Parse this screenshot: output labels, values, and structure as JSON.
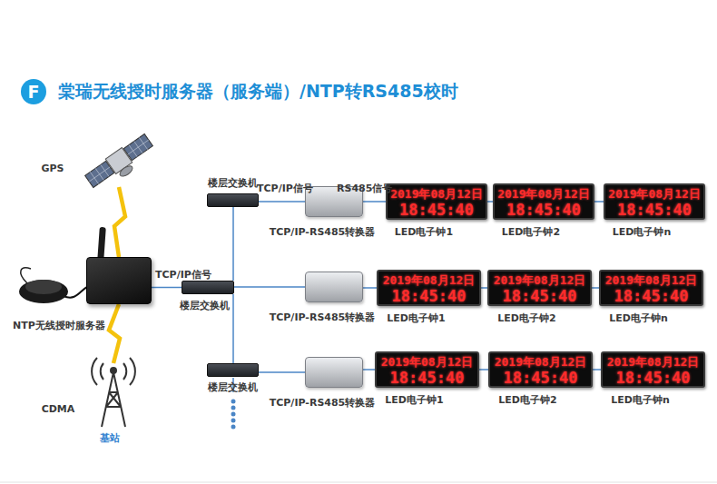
{
  "diagram": {
    "title": "棠瑞无线授时服务器（服务端）/NTP转RS485校时",
    "nodes": [
      {
        "text": [
          "F"
        ]
      },
      {
        "text": [
          "GPS"
        ]
      },
      {
        "text": [
          "NTP无线授时服务器"
        ]
      },
      {
        "text": [
          "CDMA",
          "基站"
        ]
      },
      {
        "text": [
          "楼层交换机"
        ]
      },
      {
        "text": [
          "楼层交换机"
        ]
      },
      {
        "text": [
          "楼层交换机"
        ]
      },
      {
        "text": [
          "TCP/IP-RS485转换器"
        ]
      },
      {
        "text": [
          "2019年08月12日",
          "18:45:40",
          "LED电子钟1"
        ]
      },
      {
        "text": [
          "2019年08月12日",
          "18:45:40",
          "LED电子钟2"
        ]
      },
      {
        "text": [
          "2019年08月12日",
          "18:45:40",
          "LED电子钟n"
        ]
      },
      {
        "text": [
          "TCP/IP-RS485转换器"
        ]
      },
      {
        "text": [
          "2019年08月12日",
          "18:45:40",
          "LED电子钟1"
        ]
      },
      {
        "text": [
          "2019年08月12日",
          "18:45:40",
          "LED电子钟2"
        ]
      },
      {
        "text": [
          "2019年08月12日",
          "18:45:40",
          "LED电子钟n"
        ]
      },
      {
        "text": [
          "TCP/IP-RS485转换器"
        ]
      },
      {
        "text": [
          "2019年08月12日",
          "18:45:40",
          "LED电子钟1"
        ]
      },
      {
        "text": [
          "2019年08月12日",
          "18:45:40",
          "LED电子钟2"
        ]
      },
      {
        "text": [
          "2019年08月12日",
          "18:45:40",
          "LED电子钟n"
        ]
      }
    ],
    "edges": [
      {
        "from": 1,
        "to": 2,
        "arrow": "none"
      },
      {
        "from": 3,
        "to": 2,
        "arrow": "none"
      },
      {
        "from": 2,
        "to": 5,
        "label": "TCP/IP信号",
        "arrow": "none"
      },
      {
        "from": 5,
        "to": 4,
        "arrow": "none"
      },
      {
        "from": 5,
        "to": 6,
        "arrow": "none"
      },
      {
        "from": 4,
        "to": 7,
        "label": "TCP/IP信号",
        "arrow": "none"
      },
      {
        "from": 5,
        "to": 11,
        "arrow": "none"
      },
      {
        "from": 6,
        "to": 15,
        "arrow": "none"
      },
      {
        "from": 7,
        "to": 8,
        "label": "RS485信号",
        "arrow": "none"
      },
      {
        "from": 8,
        "to": 9,
        "arrow": "none"
      },
      {
        "from": 9,
        "to": 10,
        "arrow": "none"
      },
      {
        "from": 11,
        "to": 12,
        "arrow": "none"
      },
      {
        "from": 12,
        "to": 13,
        "arrow": "none"
      },
      {
        "from": 13,
        "to": 14,
        "arrow": "none"
      },
      {
        "from": 15,
        "to": 16,
        "arrow": "none"
      },
      {
        "from": 16,
        "to": 17,
        "arrow": "none"
      },
      {
        "from": 17,
        "to": 18,
        "arrow": "none"
      }
    ]
  }
}
